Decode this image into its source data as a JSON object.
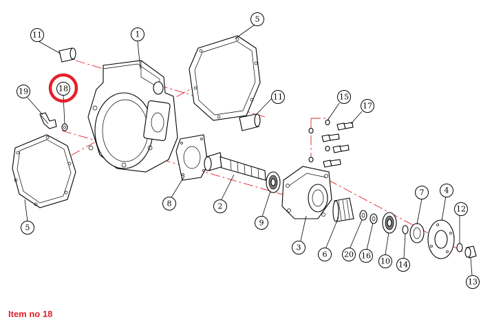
{
  "caption": "Item no 18",
  "highlighted_item": "18",
  "colors": {
    "highlight": "#e2222a",
    "axis_lines": "#e0202a",
    "line_art": "#000000",
    "background": "#ffffff"
  },
  "balloons": [
    {
      "id": "b1",
      "label": "1"
    },
    {
      "id": "b2",
      "label": "2"
    },
    {
      "id": "b3",
      "label": "3"
    },
    {
      "id": "b4",
      "label": "4"
    },
    {
      "id": "b5a",
      "label": "5"
    },
    {
      "id": "b5b",
      "label": "5"
    },
    {
      "id": "b6",
      "label": "6"
    },
    {
      "id": "b7",
      "label": "7"
    },
    {
      "id": "b8",
      "label": "8"
    },
    {
      "id": "b9",
      "label": "9"
    },
    {
      "id": "b10",
      "label": "10"
    },
    {
      "id": "b11a",
      "label": "11"
    },
    {
      "id": "b11b",
      "label": "11"
    },
    {
      "id": "b12",
      "label": "12"
    },
    {
      "id": "b13",
      "label": "13"
    },
    {
      "id": "b14",
      "label": "14"
    },
    {
      "id": "b15",
      "label": "15"
    },
    {
      "id": "b16",
      "label": "16"
    },
    {
      "id": "b17",
      "label": "17"
    },
    {
      "id": "b18",
      "label": "18"
    },
    {
      "id": "b19",
      "label": "19"
    },
    {
      "id": "b20",
      "label": "20"
    }
  ]
}
